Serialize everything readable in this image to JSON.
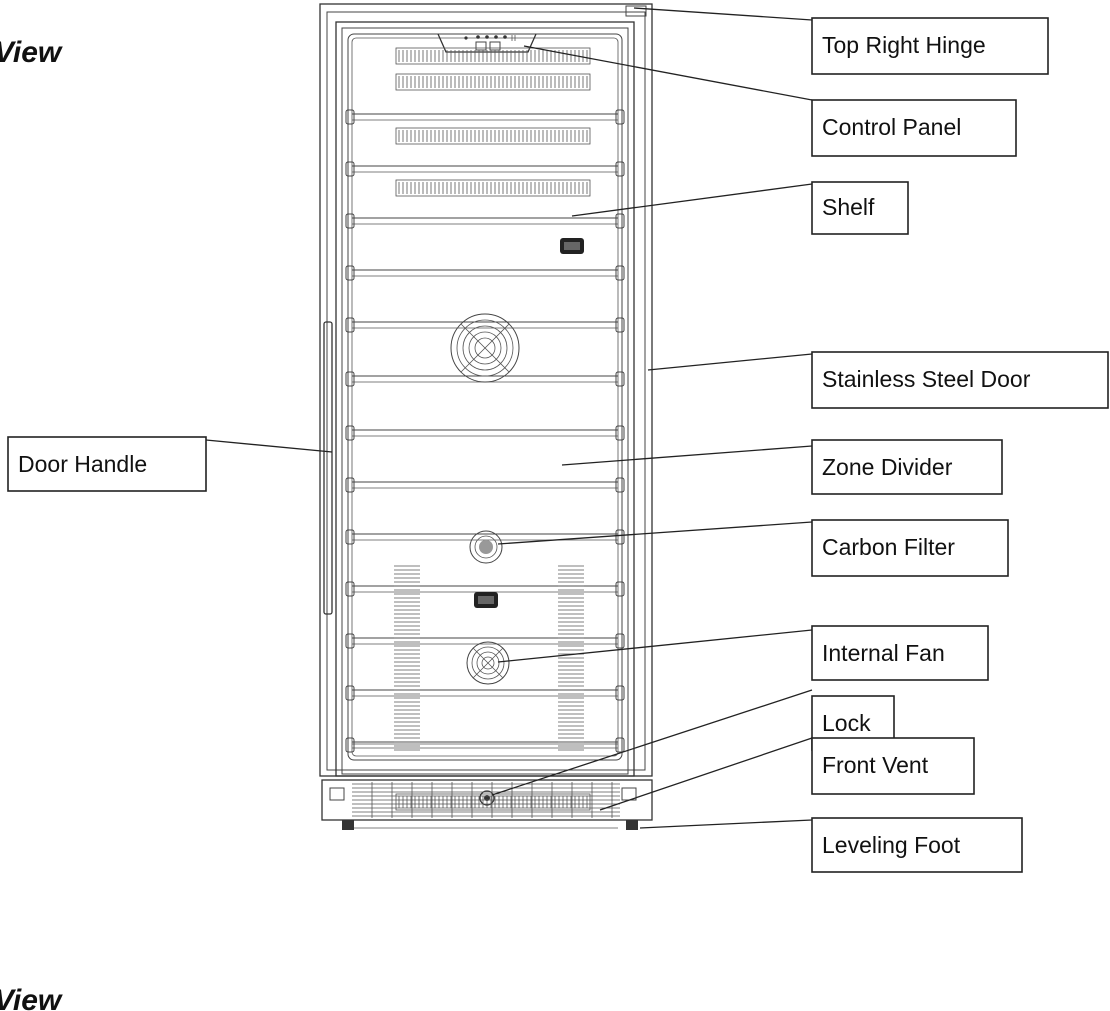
{
  "headings": {
    "top": "View",
    "bottom": "View"
  },
  "labels": {
    "top_right_hinge": "Top Right Hinge",
    "control_panel": "Control Panel",
    "shelf": "Shelf",
    "stainless_steel_door": "Stainless Steel Door",
    "door_handle": "Door Handle",
    "zone_divider": "Zone Divider",
    "carbon_filter": "Carbon Filter",
    "internal_fan": "Internal Fan",
    "lock": "Lock",
    "front_vent": "Front Vent",
    "leveling_foot": "Leveling Foot"
  },
  "colors": {
    "line": "#333333",
    "background": "#ffffff"
  }
}
